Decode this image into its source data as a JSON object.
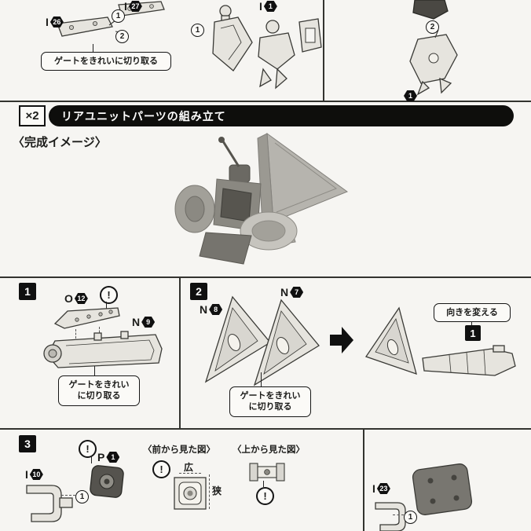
{
  "caution_mark": "!",
  "colors": {
    "background": "#f6f5f2",
    "ink": "#1c1c1a",
    "header_bar": "#0e0e0c",
    "part_fill": "#e6e4de",
    "dark_part_fill": "#4a4843"
  },
  "top_section": {
    "left": {
      "part_i26": {
        "letter": "I",
        "num": "26"
      },
      "part_i27": {
        "letter": "I",
        "num": "27"
      },
      "circled_1": "1",
      "circled_2": "2",
      "callout": "ゲートをきれいに切り取る"
    },
    "middle": {
      "part_i1": {
        "letter": "I",
        "num": "1"
      },
      "circled_1": "1"
    },
    "right": {
      "circled_2": "2",
      "badge_num": "1"
    }
  },
  "header": {
    "multiplier": "×2",
    "title": "リアユニットパーツの組み立て"
  },
  "completed_image": {
    "label": "〈完成イメージ〉"
  },
  "step1": {
    "num": "1",
    "part_o12": {
      "letter": "O",
      "num": "12"
    },
    "part_n9": {
      "letter": "N",
      "num": "9"
    },
    "callout_line1": "ゲートをきれい",
    "callout_line2": "に切り取る"
  },
  "step2": {
    "num": "2",
    "part_n8": {
      "letter": "N",
      "num": "8"
    },
    "part_n7": {
      "letter": "N",
      "num": "7"
    },
    "turn_callout": "向きを変える",
    "ref_box": "1",
    "callout_line1": "ゲートをきれい",
    "callout_line2": "に切り取る"
  },
  "step3": {
    "num": "3",
    "part_p1": {
      "letter": "P",
      "num": "1"
    },
    "part_i10": {
      "letter": "I",
      "num": "10"
    },
    "part_i23": {
      "letter": "I",
      "num": "23"
    },
    "circled_1": "1",
    "circled_1_right": "1",
    "front_view_label": "〈前から見た図〉",
    "wide_label": "広",
    "narrow_label": "狭",
    "top_view_label": "〈上から見た図〉"
  }
}
